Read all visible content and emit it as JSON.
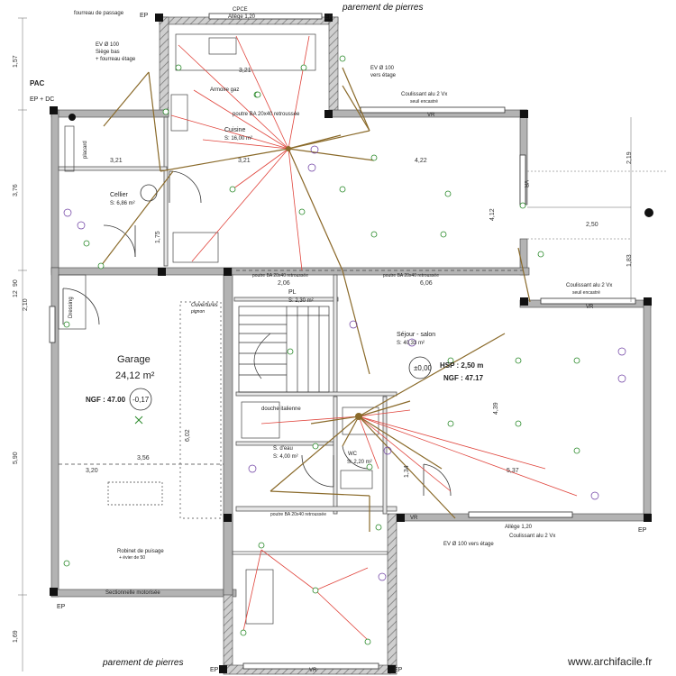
{
  "plan": {
    "labels": {
      "fourreau": "fourreau de passage",
      "ep": "EP",
      "cpce": "CPCE",
      "allege_top": "Allège 1,20",
      "parement_top": "parement de pierres",
      "ev_left": "EV Ø 100",
      "ev_left_sub": "Siège bas",
      "ev_left_sub2": "+ fourreau étage",
      "ev_right": "EV Ø 100",
      "ev_right_sub": "vers étage",
      "pac": "PAC",
      "ep_dc": "EP + DC",
      "armoire": "Armoire gaz",
      "poutre_cuisine": "poutre BA 20x40 retroussée",
      "cuisine": "Cuisine",
      "cuisine_area": "S: 16,00 m²",
      "coulisse_top": "Coulissant alu 2 Vx",
      "coulisse_top_sub": "seuil encastré",
      "vr": "VR",
      "cellier": "Cellier",
      "cellier_area": "S: 6,86 m²",
      "poutre_mid_left": "poutre BA 20x40 retroussée",
      "poutre_mid_right": "poutre BA 20x40 retroussée",
      "sejour": "Séjour - salon",
      "sejour_area": "S: 40,33 m²",
      "hsp": "HSP : 2,50 m",
      "ngf_sejour": "NGF : 47.17",
      "level_sejour": "±0,00",
      "garage": "Garage",
      "garage_area": "24,12 m²",
      "ngf_garage": "NGF : 47.00",
      "level_garage": "-0,17",
      "ouvertures": "Ouvertures",
      "ouvertures_sub": "pignon",
      "pl": "PL",
      "pl_area": "S: 2,30 m²",
      "douche": "douche italienne",
      "sdeau": "S. d'eau",
      "sdeau_area": "S: 4,00 m²",
      "wc": "WC",
      "wc_area": "S: 2,20 m²",
      "poutre_bottom": "poutre BA 20x40 retroussée",
      "coulisse_right": "Coulissant alu 2 Vx",
      "coulisse_right_sub": "seuil encastré",
      "allege_bottom": "Allège 1,20",
      "coulisse_bottom": "Coulissant alu 2 Vx",
      "ev_bottom": "EV Ø 100 vers étage",
      "sectionnelle": "Sectionnelle motorisée",
      "robinet": "Robinet de puisage",
      "robinet_sub": "+ évier de 50",
      "ep_bottom": "EP",
      "parement_bottom": "parement de pierres",
      "placard": "placard",
      "dressing": "Dressing",
      "watermark": "www.archifacile.fr"
    },
    "dims": {
      "d157": "1,57",
      "d376": "3,76",
      "d590": "5,90",
      "d169": "1,69",
      "d210": "2,10",
      "d090": "90",
      "d12": "12",
      "d321": "3,21",
      "d422": "4,22",
      "d412": "4,12",
      "d250": "2,50",
      "d183": "1,83",
      "d219": "2,19",
      "d606": "6,06",
      "d206": "2,06",
      "d439": "4,39",
      "d537": "5,37",
      "d320": "3,20",
      "d356": "3,56",
      "d602": "6,02",
      "d134": "1,34",
      "d175": "1,75"
    }
  }
}
